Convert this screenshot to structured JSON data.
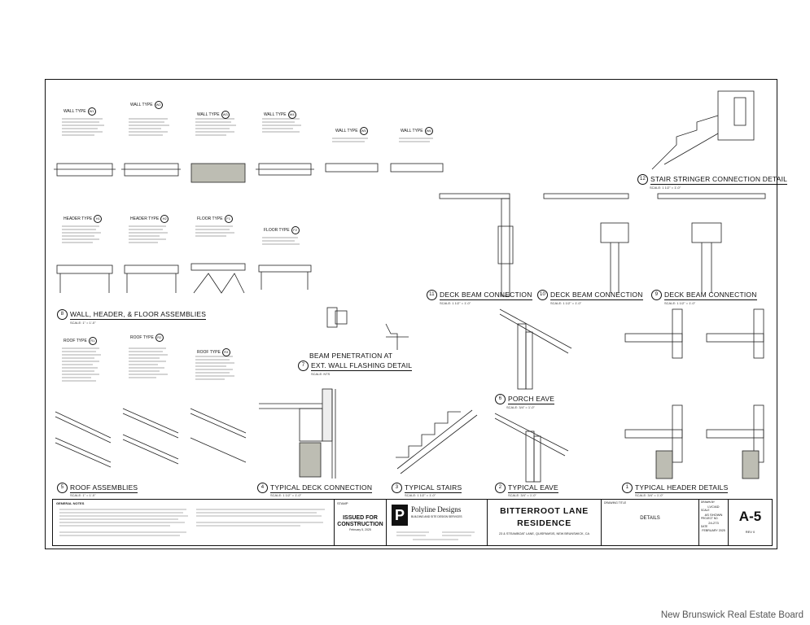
{
  "sheet": {
    "wall_types": [
      {
        "label": "WALL TYPE",
        "tag": "W1"
      },
      {
        "label": "WALL TYPE",
        "tag": "W2"
      },
      {
        "label": "WALL TYPE",
        "tag": "W3"
      },
      {
        "label": "WALL TYPE",
        "tag": "W4"
      },
      {
        "label": "WALL TYPE",
        "tag": "W5"
      },
      {
        "label": "WALL TYPE",
        "tag": "W6"
      }
    ],
    "header_types": [
      {
        "label": "HEADER TYPE",
        "tag": "H1"
      },
      {
        "label": "HEADER TYPE",
        "tag": "H2"
      },
      {
        "label": "FLOOR TYPE",
        "tag": "F1"
      },
      {
        "label": "FLOOR TYPE",
        "tag": "F2"
      }
    ],
    "roof_types": [
      {
        "label": "ROOF TYPE",
        "tag": "R1"
      },
      {
        "label": "ROOF TYPE",
        "tag": "R2"
      },
      {
        "label": "ROOF TYPE",
        "tag": "R3"
      }
    ],
    "details": {
      "stair_stringer": {
        "num": "12",
        "title": "STAIR STRINGER CONNECTION DETAIL",
        "scale": "SCALE: 1 1/2\" = 1'-0\""
      },
      "deck_beam_11": {
        "num": "11",
        "title": "DECK BEAM CONNECTION",
        "scale": "SCALE: 1 1/2\" = 1'-0\""
      },
      "deck_beam_10": {
        "num": "10",
        "title": "DECK BEAM CONNECTION",
        "scale": "SCALE: 1 1/2\" = 1'-0\""
      },
      "deck_beam_9": {
        "num": "9",
        "title": "DECK BEAM CONNECTION",
        "scale": "SCALE: 1 1/2\" = 1'-0\""
      },
      "assemblies": {
        "num": "8",
        "title": "WALL, HEADER, & FLOOR ASSEMBLIES",
        "scale": "SCALE: 1\" = 1'-0\""
      },
      "beam_pen_1": "BEAM PENETRATION AT",
      "beam_pen_2": "EXT. WALL FLASHING DETAIL",
      "beam_pen_num": "7",
      "beam_pen_scale": "SCALE: NTS",
      "porch_eave": {
        "num": "6",
        "title": "PORCH EAVE",
        "scale": "SCALE: 3/4\" = 1'-0\""
      },
      "roof_assemblies": {
        "num": "5",
        "title": "ROOF ASSEMBLIES",
        "scale": "SCALE: 1\" = 1'-0\""
      },
      "typical_deck": {
        "num": "4",
        "title": "TYPICAL DECK CONNECTION",
        "scale": "SCALE: 1 1/2\" = 1'-0\""
      },
      "typical_stairs": {
        "num": "3",
        "title": "TYPICAL STAIRS",
        "scale": "SCALE: 1 1/2\" = 1'-0\""
      },
      "typical_eave": {
        "num": "2",
        "title": "TYPICAL EAVE",
        "scale": "SCALE: 3/4\" = 1'-0\""
      },
      "typical_header": {
        "num": "1",
        "title": "TYPICAL HEADER DETAILS",
        "scale": "SCALE: 3/4\" = 1'-0\""
      }
    },
    "title_block": {
      "notes_heading": "GENERAL NOTES",
      "stamp_label": "STAMP",
      "issued_1": "ISSUED FOR",
      "issued_2": "CONSTRUCTION",
      "issued_date": "February 5, 2025",
      "firm_name": "Polyline Designs",
      "firm_tagline": "BUILDING AND SITE DESIGN SERVICES",
      "project_1": "BITTERROOT LANE",
      "project_2": "RESIDENCE",
      "address": "23 & STEAMBOAT LANE, QUISPAMSIS, NEW BRUNSWICK, CA",
      "drawing_title_label": "DRAWING TITLE",
      "drawing_title": "DETAILS",
      "drawn_by_label": "DRAWN BY",
      "drawn_by": "LVC/AD",
      "scale_label": "SCALE",
      "scale": "AS SHOWN",
      "project_no_label": "PROJECT NO.",
      "project_no": "24-273",
      "date_label": "DATE",
      "date": "FEBRUARY 2025",
      "sheet_no": "A-5",
      "rev": "REV 0"
    }
  },
  "footer": {
    "watermark": "New Brunswick Real Estate Board"
  }
}
